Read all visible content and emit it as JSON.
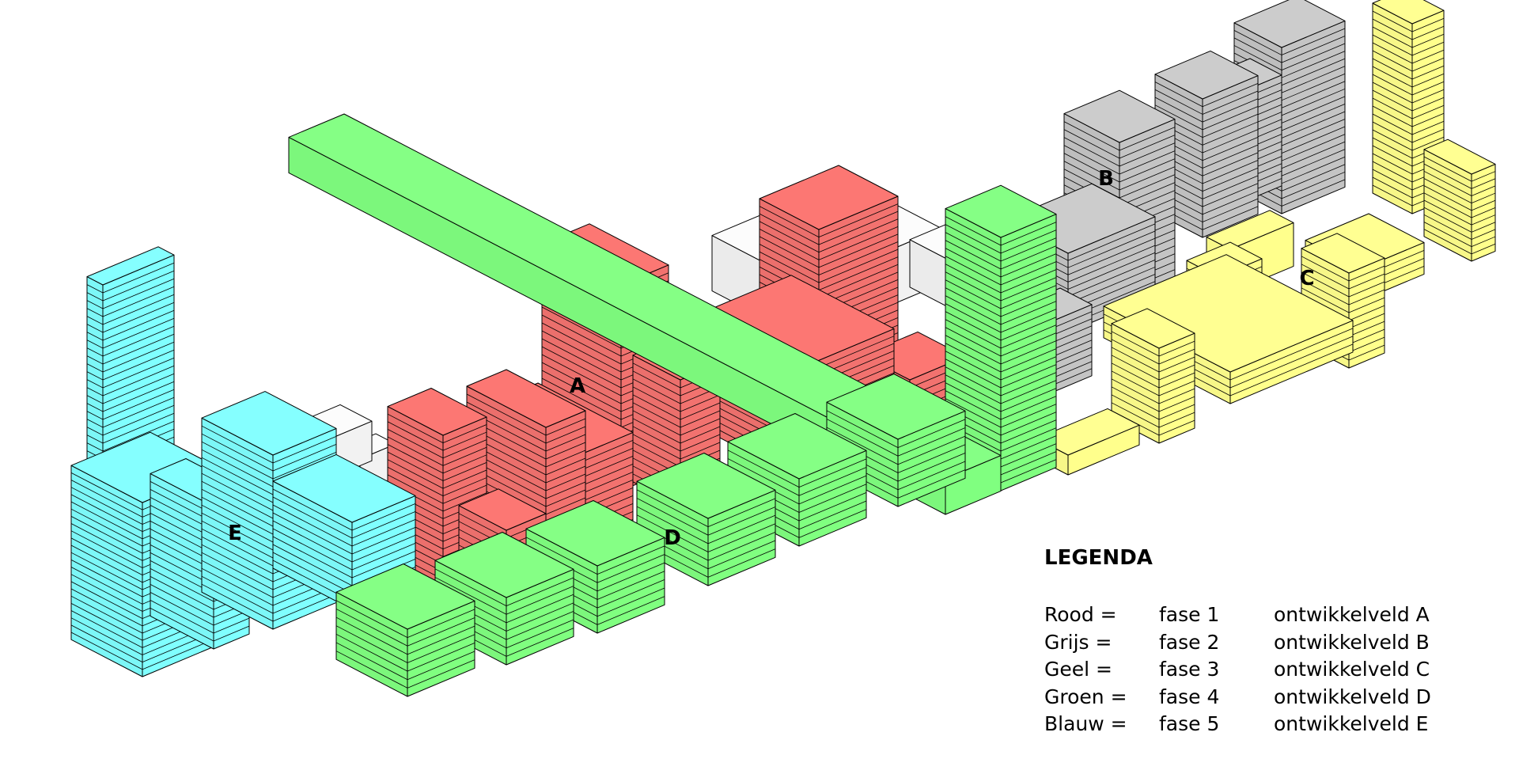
{
  "legend": {
    "title": "LEGENDA",
    "rows": [
      {
        "color": "Rood =",
        "phase": "fase 1",
        "field": "ontwikkelveld A"
      },
      {
        "color": "Grijs =",
        "phase": "fase 2",
        "field": "ontwikkelveld B"
      },
      {
        "color": "Geel =",
        "phase": "fase 3",
        "field": "ontwikkelveld C"
      },
      {
        "color": "Groen =",
        "phase": "fase 4",
        "field": "ontwikkelveld D"
      },
      {
        "color": "Blauw =",
        "phase": "fase 5",
        "field": "ontwikkelveld E"
      }
    ]
  },
  "zones": {
    "a": {
      "label": "A",
      "color": "#f2726f"
    },
    "b": {
      "label": "B",
      "color": "#c4c4c4"
    },
    "c": {
      "label": "C",
      "color": "#ffff8c"
    },
    "d": {
      "label": "D",
      "color": "#80ff80"
    },
    "e": {
      "label": "E",
      "color": "#80ffff"
    },
    "existing": {
      "color": "#f2f2f2"
    }
  }
}
